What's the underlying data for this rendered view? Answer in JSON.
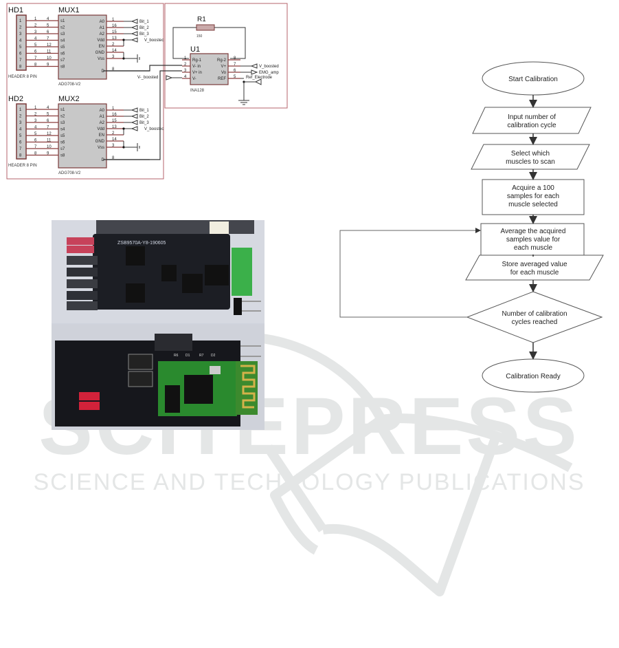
{
  "schematic": {
    "headers": [
      {
        "label": "HD1",
        "footer": "HEADER 8 PIN",
        "pins": [
          "1",
          "2",
          "3",
          "4",
          "5",
          "6",
          "7",
          "8"
        ]
      },
      {
        "label": "HD2",
        "footer": "HEADER 8 PIN",
        "pins": [
          "1",
          "2",
          "3",
          "4",
          "5",
          "6",
          "7",
          "8"
        ]
      }
    ],
    "wire_numbers_left": [
      "1",
      "2",
      "3",
      "4",
      "5",
      "6",
      "7",
      "8"
    ],
    "wire_numbers_right": [
      "4",
      "5",
      "6",
      "7",
      "12",
      "11",
      "10",
      "9"
    ],
    "muxes": [
      {
        "label": "MUX1",
        "part": "ADG708-V2"
      },
      {
        "label": "MUX2",
        "part": "ADG708-V2"
      }
    ],
    "mux_left_pins": [
      "s1",
      "s2",
      "s3",
      "s4",
      "s5",
      "s6",
      "s7",
      "s8"
    ],
    "mux_right_pins": [
      "A0",
      "A1",
      "A2",
      "Vdd",
      "EN",
      "GND",
      "Vss",
      "D"
    ],
    "mux_right_nums": [
      "1",
      "16",
      "15",
      "13",
      "2",
      "14",
      "3",
      "8"
    ],
    "mux_net_labels": [
      "Bit_1",
      "Bit_2",
      "Bit_3",
      "V_boostec"
    ],
    "vminus_label": "V-_boosted",
    "resistor": {
      "label": "R1",
      "value": "150"
    },
    "amp": {
      "label": "U1",
      "part": "INA128",
      "left_pins": [
        "Rg-1",
        "V- in",
        "V+ in",
        "V-"
      ],
      "left_nums": [
        "1",
        "2",
        "3",
        "4"
      ],
      "right_pins": [
        "Rg-2",
        "V+",
        "Vo",
        "REF"
      ],
      "right_nums": [
        "8",
        "7",
        "6",
        "5"
      ],
      "net_labels": [
        "V_boosted",
        "EMG_amp",
        "Ref_Electrode"
      ]
    }
  },
  "photo": {
    "board_marking": "ZSB9570A-Y8-190605",
    "silk_labels": [
      "R6",
      "D1",
      "R7",
      "D2"
    ]
  },
  "flowchart": {
    "start": "Start Calibration",
    "step1": [
      "Input number of",
      "calibration cycle"
    ],
    "step2": [
      "Select which",
      "muscles to scan"
    ],
    "step3": [
      "Acquire a 100",
      "samples for each",
      "muscle selected"
    ],
    "step4": [
      "Average the acquired",
      "samples value for",
      "each muscle"
    ],
    "step5": [
      "Store averaged value",
      "for each muscle"
    ],
    "decision": [
      "Number of calibration",
      "cycles reached"
    ],
    "end": "Calibration Ready"
  },
  "watermark": {
    "line1": "SCITEPRESS",
    "line2": "SCIENCE AND TECHNOLOGY PUBLICATIONS"
  }
}
